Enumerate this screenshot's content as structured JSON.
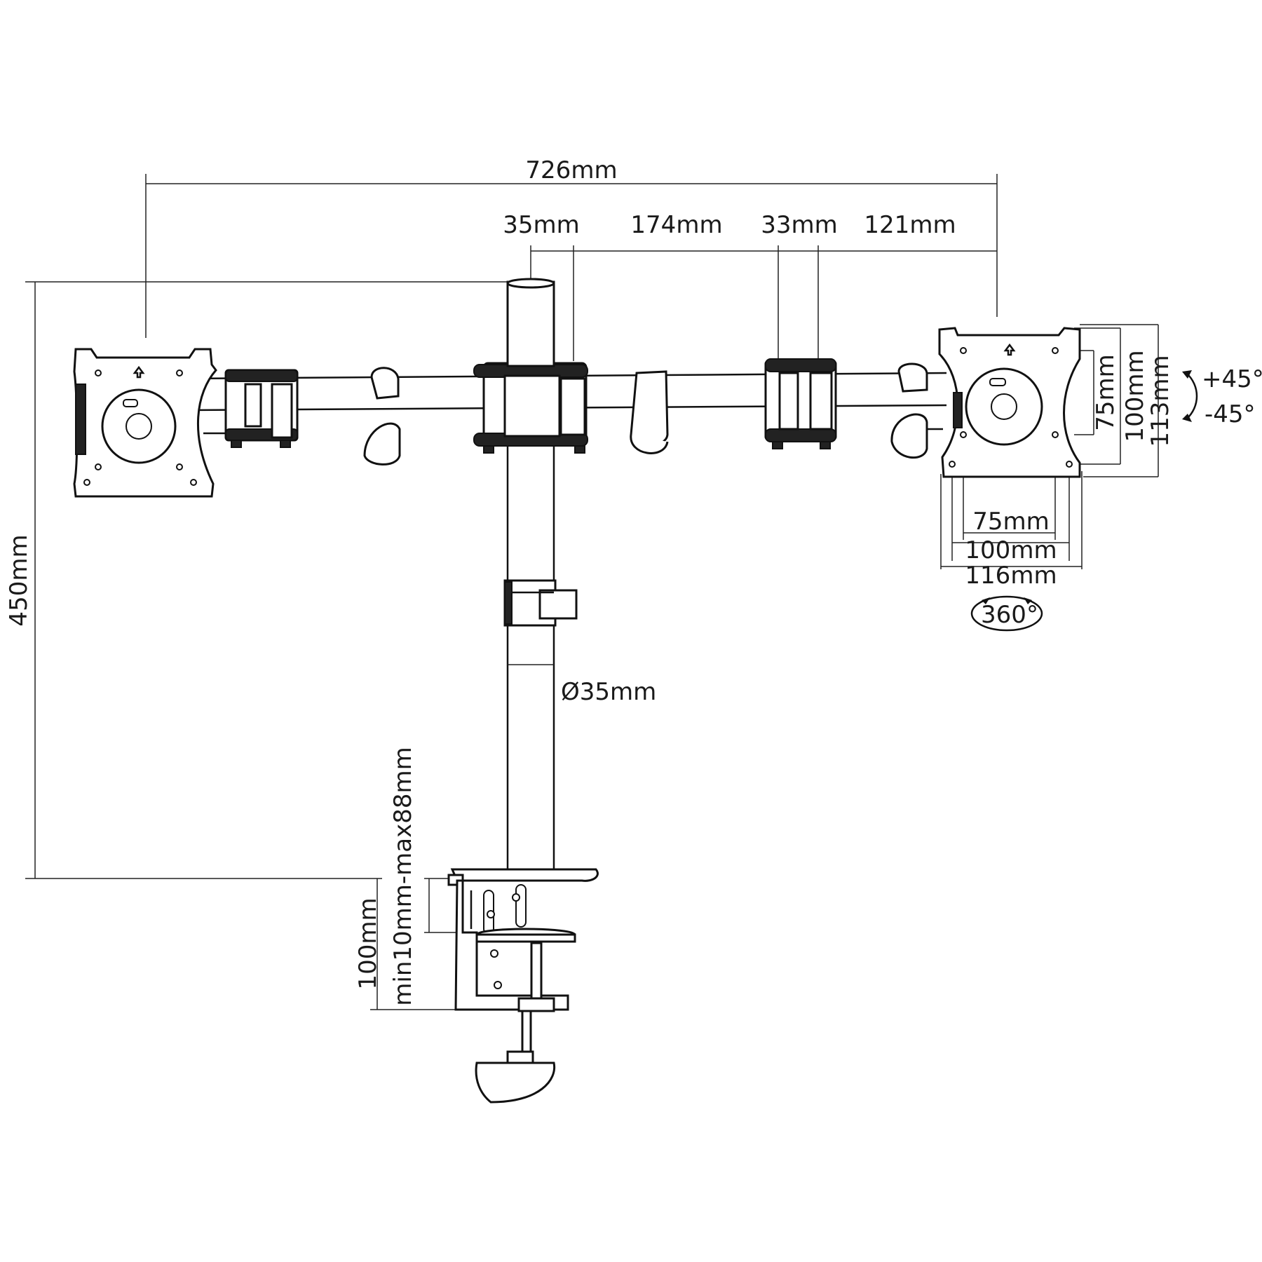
{
  "dimensions": {
    "overall_width": "726mm",
    "seg_pole": "35mm",
    "seg_arm": "174mm",
    "seg_joint": "33mm",
    "seg_end": "121mm",
    "height": "450mm",
    "pole_diameter": "Ø35mm",
    "clamp_height": "100mm",
    "clamp_range": "min10mm-max88mm",
    "vesa_small_v": "75mm",
    "vesa_large_v": "100mm",
    "plate_height": "113mm",
    "vesa_small_h": "75mm",
    "vesa_large_h": "100mm",
    "plate_width": "116mm",
    "tilt_up": "+45°",
    "tilt_down": "-45°",
    "rotation": "360°"
  }
}
